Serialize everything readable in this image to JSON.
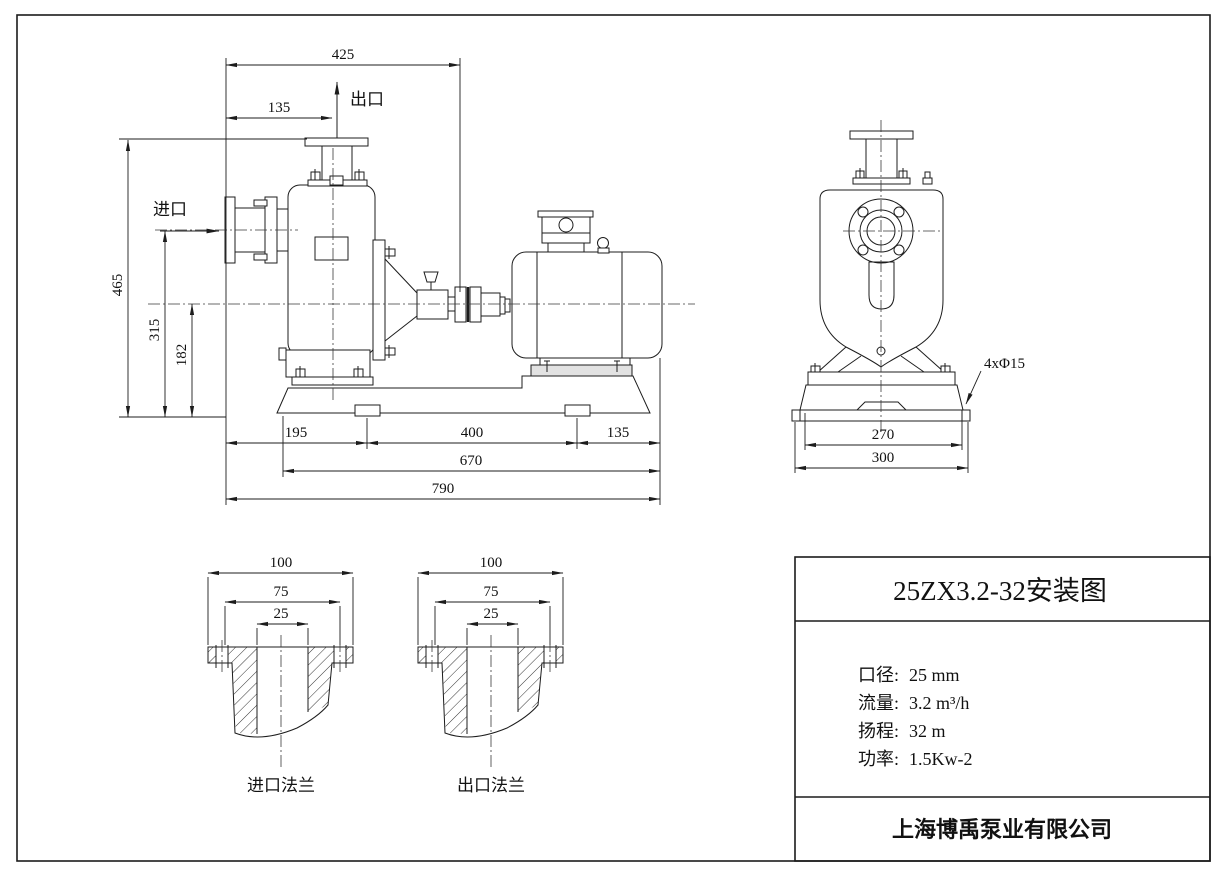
{
  "title_block": {
    "title": "25ZX3.2-32安装图",
    "specs": [
      {
        "label": "口径:",
        "value": "25 mm"
      },
      {
        "label": "流量:",
        "value": "3.2 m³/h"
      },
      {
        "label": "扬程:",
        "value": "32 m"
      },
      {
        "label": "功率:",
        "value": "1.5Kw-2"
      }
    ],
    "company": "上海博禹泵业有限公司"
  },
  "side_view": {
    "port_labels": {
      "outlet": "出口",
      "inlet": "进口"
    },
    "dims": {
      "top_width": "425",
      "outlet_offset": "135",
      "height_overall": "465",
      "inlet_height": "315",
      "shaft_height": "182",
      "foot_front": "195",
      "anchor_span": "400",
      "foot_rear": "135",
      "base_length": "670",
      "overall_length": "790"
    }
  },
  "end_view": {
    "dims": {
      "anchor_holes": "4xΦ15",
      "foot_width": "270",
      "base_width": "300"
    }
  },
  "flange_details": {
    "dims": {
      "od": "100",
      "bcd": "75",
      "bore": "25"
    },
    "inlet_label": "进口法兰",
    "outlet_label": "出口法兰"
  }
}
